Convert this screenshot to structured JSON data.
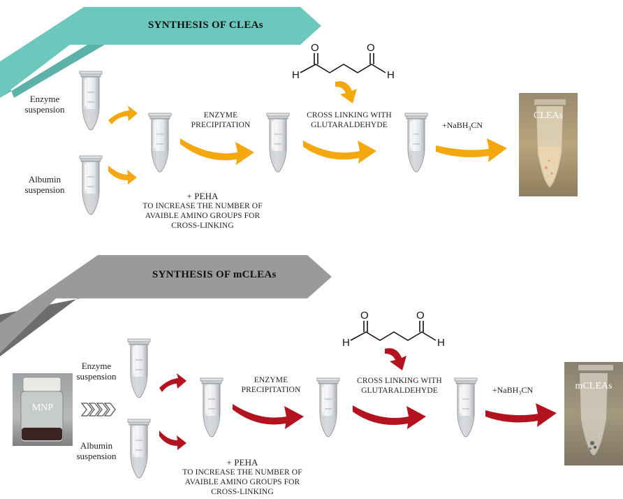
{
  "top": {
    "banner_title": "SYNTHESIS OF CLEAs",
    "enzyme_label_1": "Enzyme",
    "enzyme_label_2": "suspension",
    "albumin_label_1": "Albumin",
    "albumin_label_2": "suspension",
    "step_precip_1": "ENZYME",
    "step_precip_2": "PRECIPITATION",
    "step_crosslink_1": "CROSS LINKING WITH",
    "step_crosslink_2": "GLUTARALDEHYDE",
    "reductant_prefix": "+NaBH",
    "reductant_sub": "3",
    "reductant_suffix": "CN",
    "peha_1": "+ PEHA",
    "peha_2": "TO INCREASE THE NUMBER OF",
    "peha_3": "AVAIBLE AMINO GROUPS FOR",
    "peha_4": "CROSS-LINKING",
    "product_label": "CLEAs",
    "arrow_color": "#f5a80e",
    "banner_color": "#6cc7bd"
  },
  "bottom": {
    "banner_title": "SYNTHESIS OF mCLEAs",
    "enzyme_label_1": "Enzyme",
    "enzyme_label_2": "suspension",
    "albumin_label_1": "Albumin",
    "albumin_label_2": "suspension",
    "mnp_label": "MNP",
    "step_precip_1": "ENZYME",
    "step_precip_2": "PRECIPITATION",
    "step_crosslink_1": "CROSS LINKING WITH",
    "step_crosslink_2": "GLUTARALDEHYDE",
    "reductant": "+NaBH₃CN",
    "peha_1": "+ PEHA",
    "peha_2": "TO INCREASE THE NUMBER OF",
    "peha_3": "AVAIBLE AMINO GROUPS FOR",
    "peha_4": "CROSS-LINKING",
    "product_label": "mCLEAs",
    "arrow_color": "#b3121f",
    "banner_color": "#999999"
  },
  "glutaraldehyde": {
    "o_label": "O",
    "h_label": "H"
  }
}
